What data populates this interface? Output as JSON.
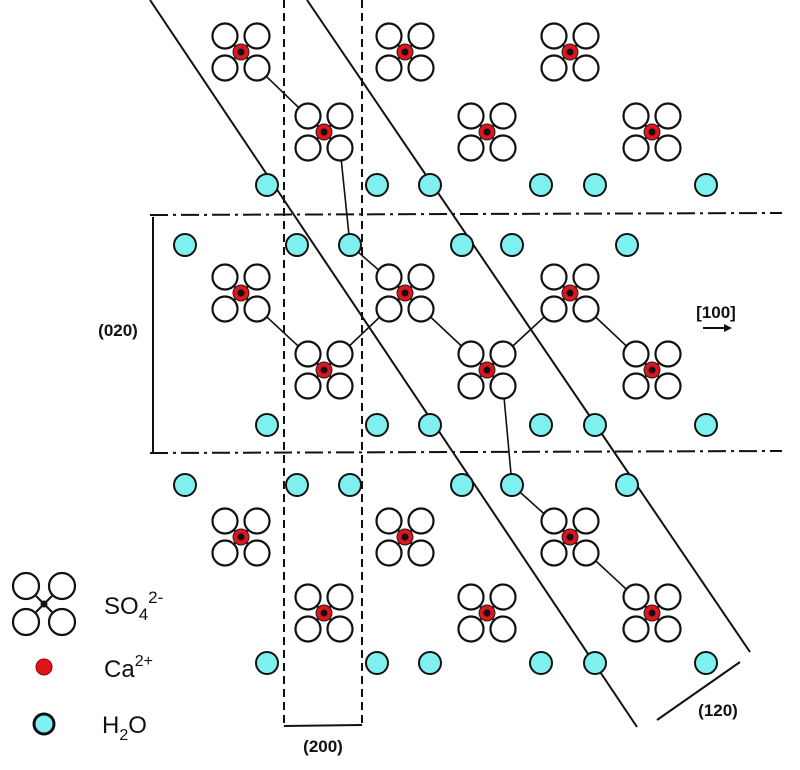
{
  "planes": {
    "p020": "(020)",
    "p200": "(200)",
    "p120": "(120)",
    "direction_100": "[100]"
  },
  "legend": {
    "sulfate": {
      "base": "SO",
      "sub": "4",
      "sup": "2-"
    },
    "calcium": {
      "base": "Ca",
      "sup": "2+"
    },
    "water": {
      "base": "H",
      "sub": "2",
      "tail": "O"
    }
  },
  "colors": {
    "calcium": "#e0141b",
    "water": "#7ff0f0",
    "ink": "#111111"
  }
}
